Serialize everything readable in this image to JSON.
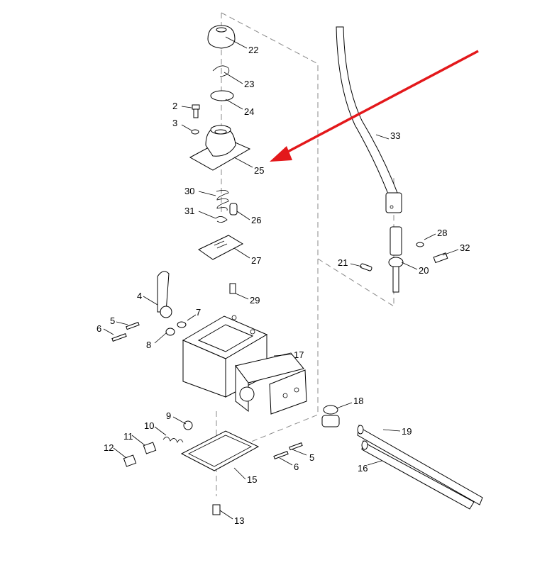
{
  "diagram": {
    "labels": [
      "22",
      "23",
      "24",
      "2",
      "3",
      "25",
      "33",
      "30",
      "26",
      "31",
      "28",
      "32",
      "27",
      "21",
      "20",
      "29",
      "4",
      "7",
      "5",
      "6",
      "8",
      "17",
      "18",
      "9",
      "10",
      "11",
      "12",
      "19",
      "5",
      "6",
      "16",
      "15",
      "13"
    ],
    "arrow_color": "#e3181b"
  }
}
